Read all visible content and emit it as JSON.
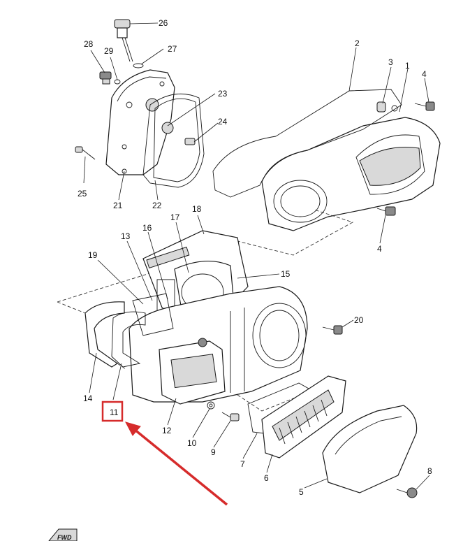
{
  "callouts": [
    {
      "id": "c1",
      "text": "1"
    },
    {
      "id": "c2",
      "text": "2"
    },
    {
      "id": "c3",
      "text": "3"
    },
    {
      "id": "c4a",
      "text": "4"
    },
    {
      "id": "c4b",
      "text": "4"
    },
    {
      "id": "c5",
      "text": "5"
    },
    {
      "id": "c6",
      "text": "6"
    },
    {
      "id": "c7",
      "text": "7"
    },
    {
      "id": "c8",
      "text": "8"
    },
    {
      "id": "c9",
      "text": "9"
    },
    {
      "id": "c10",
      "text": "10"
    },
    {
      "id": "c11",
      "text": "11"
    },
    {
      "id": "c12",
      "text": "12"
    },
    {
      "id": "c13",
      "text": "13"
    },
    {
      "id": "c14",
      "text": "14"
    },
    {
      "id": "c15",
      "text": "15"
    },
    {
      "id": "c16",
      "text": "16"
    },
    {
      "id": "c17",
      "text": "17"
    },
    {
      "id": "c18",
      "text": "18"
    },
    {
      "id": "c19",
      "text": "19"
    },
    {
      "id": "c20",
      "text": "20"
    },
    {
      "id": "c21",
      "text": "21"
    },
    {
      "id": "c22",
      "text": "22"
    },
    {
      "id": "c23",
      "text": "23"
    },
    {
      "id": "c24",
      "text": "24"
    },
    {
      "id": "c25",
      "text": "25"
    },
    {
      "id": "c26",
      "text": "26"
    },
    {
      "id": "c27",
      "text": "27"
    },
    {
      "id": "c28",
      "text": "28"
    },
    {
      "id": "c29",
      "text": "29"
    }
  ],
  "highlight": {
    "part": "11",
    "color": "#d62b2b"
  },
  "fwd_mark": "FWD",
  "colors": {
    "line": "#1a1a1a",
    "highlight": "#d62b2b",
    "background": "#ffffff"
  }
}
